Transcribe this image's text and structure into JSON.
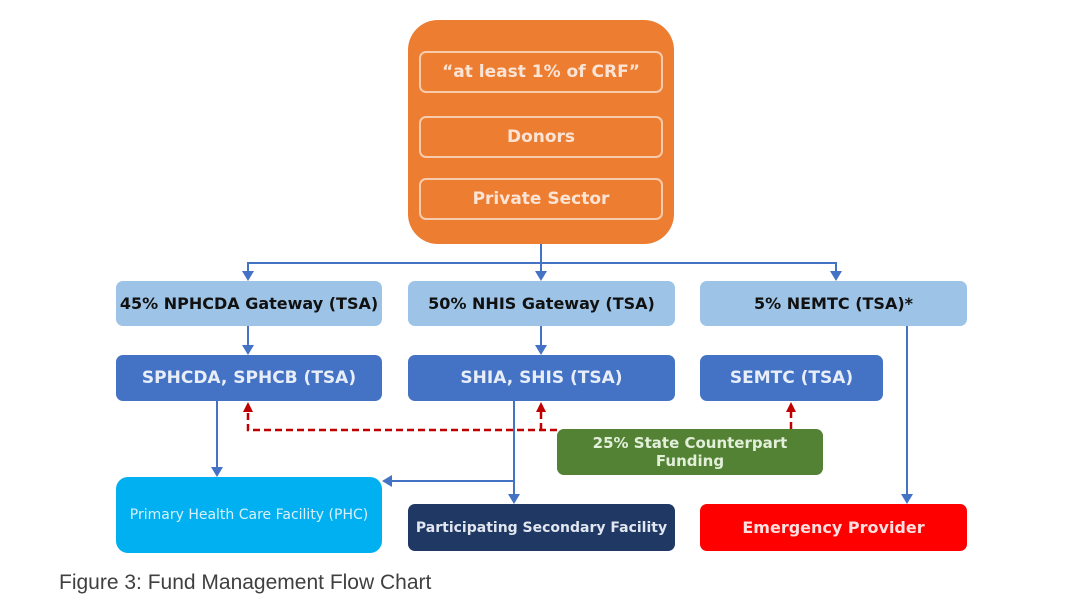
{
  "diagram": {
    "title": "Fund Management Flow Chart",
    "caption": "Figure 3: Fund Management Flow Chart",
    "sources": {
      "items": [
        "“at least 1% of CRF”",
        "Donors",
        "Private Sector"
      ]
    },
    "gateways": [
      {
        "id": "nphcda",
        "label": "45% NPHCDA Gateway (TSA)",
        "share_percent": 45
      },
      {
        "id": "nhis",
        "label": "50% NHIS Gateway (TSA)",
        "share_percent": 50
      },
      {
        "id": "nemtc",
        "label": "5% NEMTC (TSA)*",
        "share_percent": 5
      }
    ],
    "state_agencies": [
      {
        "id": "sphcda",
        "label": "SPHCDA, SPHCB (TSA)"
      },
      {
        "id": "shia",
        "label": "SHIA, SHIS (TSA)"
      },
      {
        "id": "semtc",
        "label": "SEMTC (TSA)"
      }
    ],
    "counterpart": {
      "label": "25% State Counterpart Funding",
      "share_percent": 25
    },
    "facilities": [
      {
        "id": "phc",
        "label": "Primary Health Care Facility (PHC)"
      },
      {
        "id": "secondary",
        "label": "Participating Secondary Facility"
      },
      {
        "id": "emergency",
        "label": "Emergency Provider"
      }
    ],
    "edges": [
      {
        "from": "sources",
        "to": "nphcda",
        "style": "solid"
      },
      {
        "from": "sources",
        "to": "nhis",
        "style": "solid"
      },
      {
        "from": "sources",
        "to": "nemtc",
        "style": "solid"
      },
      {
        "from": "nphcda",
        "to": "sphcda",
        "style": "solid"
      },
      {
        "from": "nhis",
        "to": "shia",
        "style": "solid"
      },
      {
        "from": "sphcda",
        "to": "phc",
        "style": "solid"
      },
      {
        "from": "shia",
        "to": "phc",
        "style": "solid"
      },
      {
        "from": "shia",
        "to": "secondary",
        "style": "solid"
      },
      {
        "from": "nemtc",
        "to": "emergency",
        "style": "solid"
      },
      {
        "from": "counterpart",
        "to": "sphcda",
        "style": "dashed"
      },
      {
        "from": "counterpart",
        "to": "shia",
        "style": "dashed"
      },
      {
        "from": "counterpart",
        "to": "semtc",
        "style": "dashed"
      }
    ],
    "colors": {
      "sources": "#ed7d31",
      "gateway": "#9dc3e6",
      "state_agency": "#4472c4",
      "counterpart": "#548235",
      "phc": "#00b0f0",
      "secondary": "#203864",
      "emergency": "#ff0000",
      "solid_edge": "#4472c4",
      "dashed_edge": "#c00000"
    }
  }
}
